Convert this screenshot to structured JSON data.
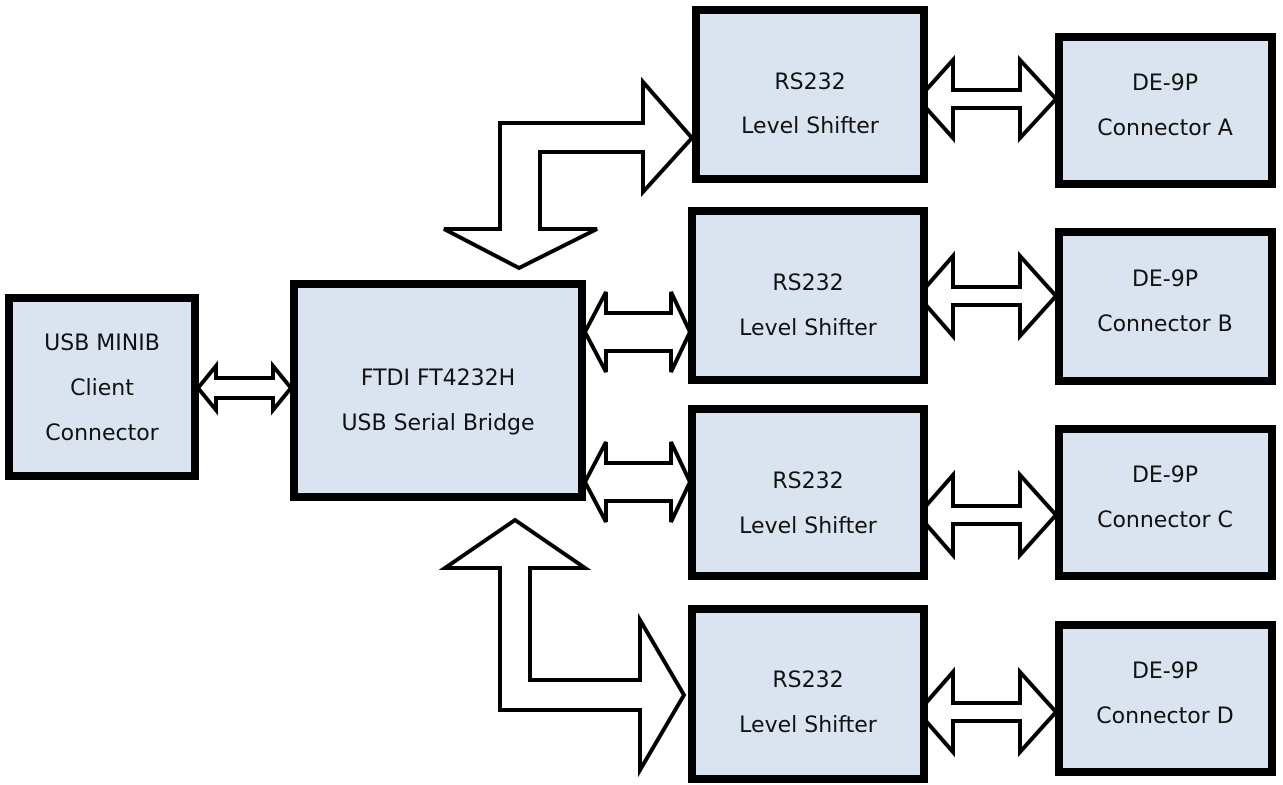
{
  "diagram": {
    "type": "block-diagram",
    "colors": {
      "box_fill": "#dae3f0",
      "box_border": "#000000",
      "arrow_fill": "#ffffff",
      "arrow_stroke": "#000000"
    },
    "blocks": [
      {
        "id": "usb",
        "lines": [
          "USB MINIB",
          "Client",
          "Connector"
        ]
      },
      {
        "id": "ftdi",
        "lines": [
          "FTDI FT4232H",
          "USB Serial Bridge"
        ]
      },
      {
        "id": "shifter-a",
        "lines": [
          "RS232",
          "Level Shifter"
        ]
      },
      {
        "id": "shifter-b",
        "lines": [
          "RS232",
          "Level Shifter"
        ]
      },
      {
        "id": "shifter-c",
        "lines": [
          "RS232",
          "Level Shifter"
        ]
      },
      {
        "id": "shifter-d",
        "lines": [
          "RS232",
          "Level Shifter"
        ]
      },
      {
        "id": "conn-a",
        "lines": [
          "DE-9P",
          "Connector A"
        ]
      },
      {
        "id": "conn-b",
        "lines": [
          "DE-9P",
          "Connector B"
        ]
      },
      {
        "id": "conn-c",
        "lines": [
          "DE-9P",
          "Connector C"
        ]
      },
      {
        "id": "conn-d",
        "lines": [
          "DE-9P",
          "Connector D"
        ]
      }
    ],
    "connections": [
      {
        "from": "usb",
        "to": "ftdi",
        "direction": "bidirectional"
      },
      {
        "from": "ftdi",
        "to": "shifter-a",
        "direction": "bidirectional"
      },
      {
        "from": "ftdi",
        "to": "shifter-b",
        "direction": "bidirectional"
      },
      {
        "from": "ftdi",
        "to": "shifter-c",
        "direction": "bidirectional"
      },
      {
        "from": "ftdi",
        "to": "shifter-d",
        "direction": "bidirectional"
      },
      {
        "from": "shifter-a",
        "to": "conn-a",
        "direction": "bidirectional"
      },
      {
        "from": "shifter-b",
        "to": "conn-b",
        "direction": "bidirectional"
      },
      {
        "from": "shifter-c",
        "to": "conn-c",
        "direction": "bidirectional"
      },
      {
        "from": "shifter-d",
        "to": "conn-d",
        "direction": "bidirectional"
      }
    ]
  }
}
